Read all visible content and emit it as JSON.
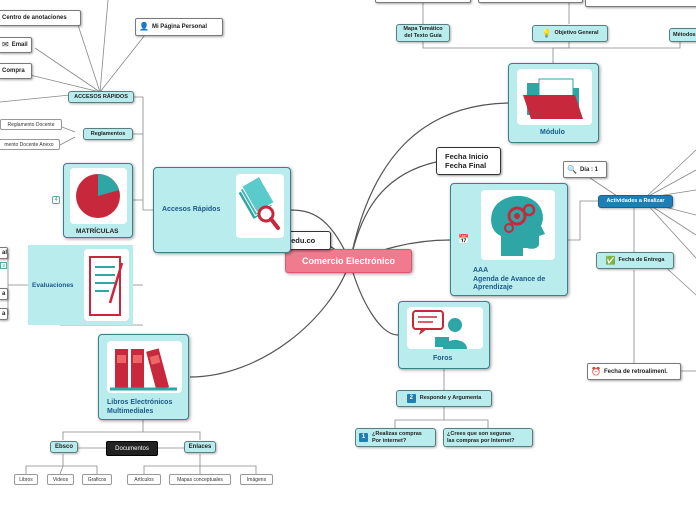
{
  "root": {
    "label": "Comercio Electrónico"
  },
  "url_label": "http://aulavirtual.cvudes.edu.co",
  "fecha_bubble": {
    "line1": "Fecha Inicio",
    "line2": "Fecha Final"
  },
  "accesos": {
    "label": "Accesos Rápidos",
    "submenu": "ACCESOS RÁPIDOS",
    "items": [
      "Centro de anotaciones",
      "Email",
      "Compra",
      "Mi Página Personal"
    ],
    "reglamentos": "Reglamentos",
    "reglamento_items": [
      "Reglamento Docente",
      "mento Docente Anexo"
    ]
  },
  "matriculas": {
    "label": "MATRÍCULAS",
    "badge": "4"
  },
  "evaluaciones": {
    "label": "Evaluaciones",
    "side_items": [
      "al",
      "a",
      "a"
    ],
    "side_badge": "3"
  },
  "libros": {
    "label_line1": "Libros Electrónicos",
    "label_line2": "Multimediales",
    "documentos": "Documentos",
    "ebsco": "Ebsco",
    "enlaces": "Enlaces",
    "ebsco_items": [
      "Libros",
      "Videos",
      "Graficos"
    ],
    "enlaces_items": [
      "Artículos",
      "Mapas conceptuales",
      "Imágens"
    ]
  },
  "modulo": {
    "label": "Módulo",
    "mapa_line1": "Mapa Temático",
    "mapa_line2": "del Texto Guía",
    "objetivo": "Objetivo General",
    "metodo": "Métodos"
  },
  "aaa": {
    "line1": "AAA",
    "line2": "Agenda de Avance de",
    "line3": "Aprendizaje"
  },
  "actividades": {
    "label": "Actividades a Realizar",
    "dia": "Día : 1",
    "fecha_entrega": "Fecha de Entrega",
    "retro": "Fecha de retroalimenl."
  },
  "foros": {
    "label": "Foros",
    "responde": "Responde y Argumenta",
    "q1_line1": "¿Realizas compras",
    "q1_line2": "Por internet?",
    "q2_line1": "¿Crees que son seguras",
    "q2_line2": "las compras por Internet?",
    "badge1": "2",
    "badge2": "1"
  },
  "colors": {
    "root": "#f07a8e",
    "teal": "#b9ecec",
    "teal_border": "#3c7f88",
    "accent_red": "#c8283c",
    "icon_teal": "#2ea6a6",
    "label_blue": "#1c5a8a"
  }
}
